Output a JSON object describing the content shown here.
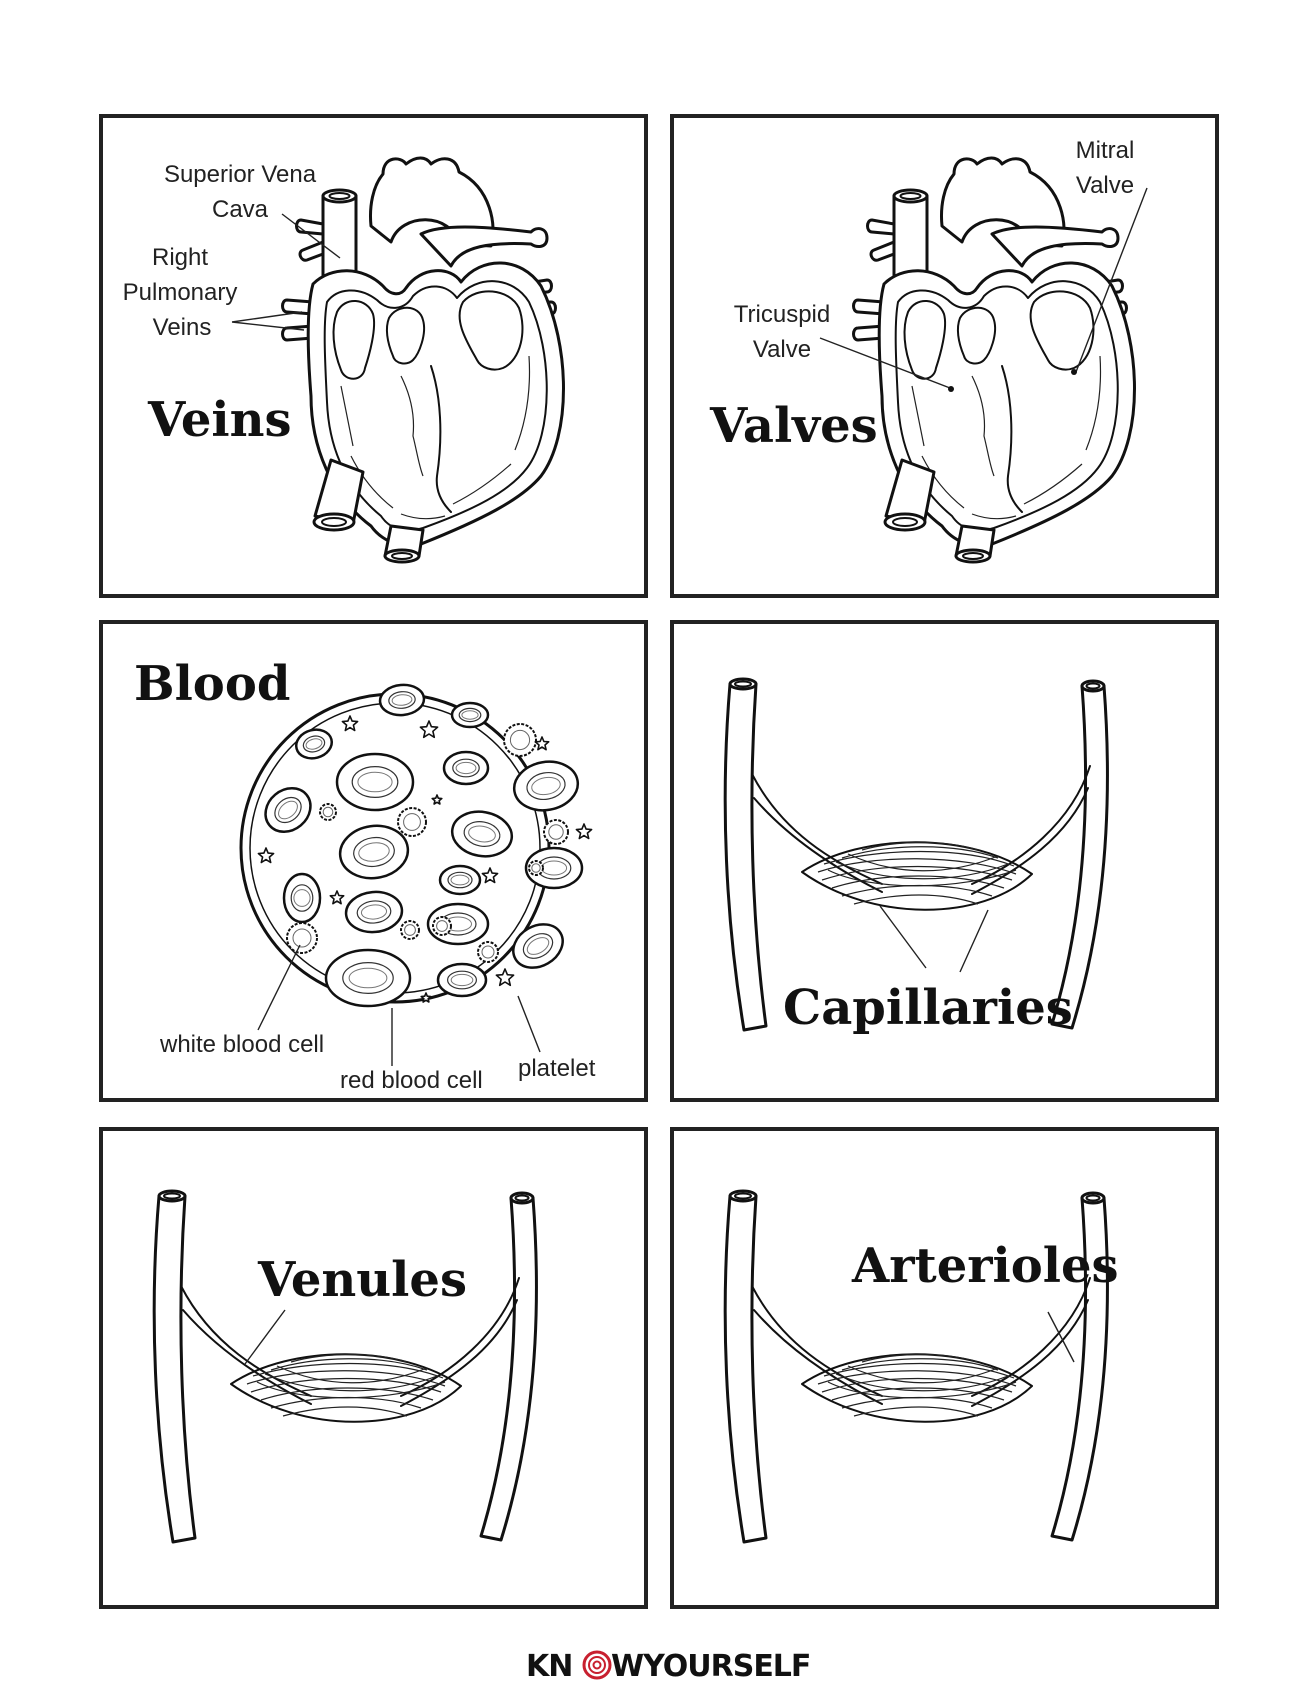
{
  "cards": {
    "veins": {
      "title": "Veins",
      "labels": {
        "svc_line1": "Superior Vena",
        "svc_line2": "Cava",
        "rpv_line1": "Right",
        "rpv_line2": "Pulmonary",
        "rpv_line3": "Veins"
      }
    },
    "valves": {
      "title": "Valves",
      "labels": {
        "mitral_line1": "Mitral",
        "mitral_line2": "Valve",
        "tricuspid_line1": "Tricuspid",
        "tricuspid_line2": "Valve"
      }
    },
    "blood": {
      "title": "Blood",
      "labels": {
        "wbc": "white blood cell",
        "rbc": "red blood cell",
        "platelet": "platelet"
      }
    },
    "capillaries": {
      "title": "Capillaries"
    },
    "venules": {
      "title": "Venules"
    },
    "arterioles": {
      "title": "Arterioles"
    }
  },
  "footer": {
    "logo_left": "KN",
    "logo_right": "WYOURSELF",
    "logo_mark": "fingerprint-O",
    "brand_color": "#c8202f"
  }
}
